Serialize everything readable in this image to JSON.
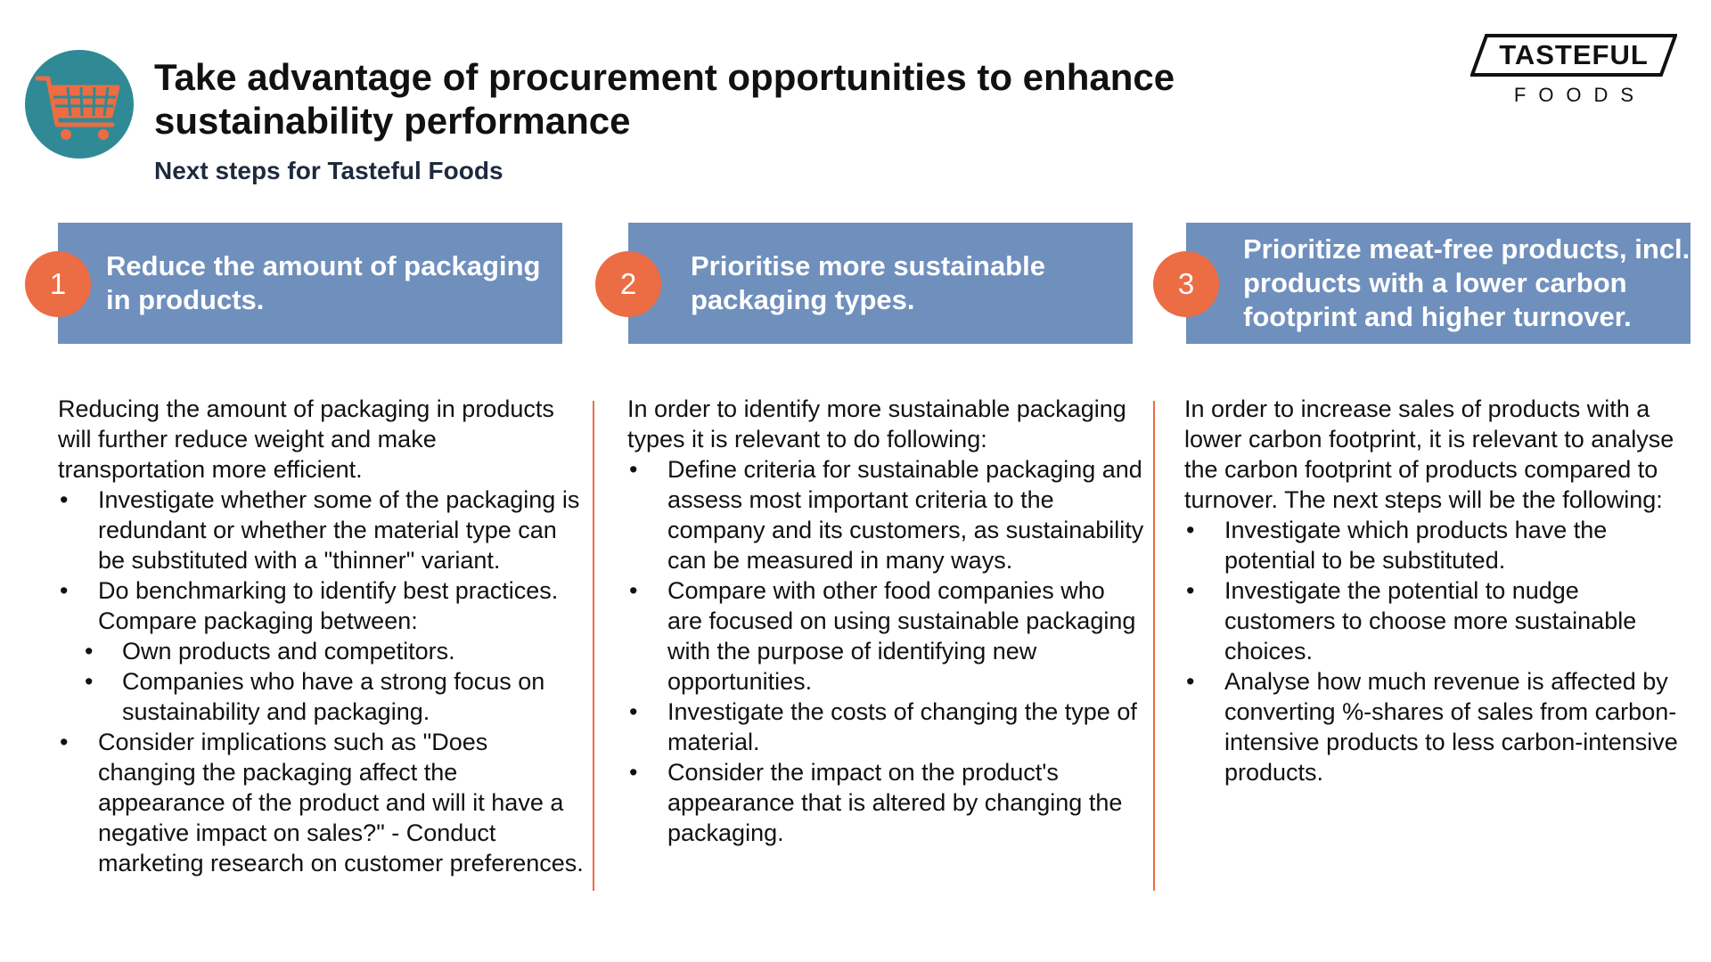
{
  "header": {
    "title_line1": "Take advantage of procurement opportunities to enhance",
    "title_line2": "sustainability performance",
    "subtitle": "Next steps for Tasteful Foods"
  },
  "logo": {
    "word": "TASTEFUL",
    "sub": "FOODS"
  },
  "icons": {
    "main": "shopping-cart-icon"
  },
  "colors": {
    "accent": "#ec6c43",
    "header_box": "#6f8fbd",
    "icon_circle": "#2f8a96"
  },
  "columns": [
    {
      "number": "1",
      "header_line1": "Reduce the amount of packaging",
      "header_line2": "in products.",
      "intro": "Reducing the amount of packaging in products will further reduce weight and make transportation more efficient.",
      "bullets": [
        "Investigate whether some of the packaging is redundant or whether the material type can be substituted with a \"thinner\" variant.",
        "Do benchmarking to identify best practices. Compare packaging between:",
        "Consider implications such as \"Does changing the packaging affect the appearance of the product and will it have a negative impact on sales?\" - Conduct marketing research on customer preferences."
      ],
      "sub_bullets": [
        "Own products and competitors.",
        "Companies who have a strong focus on sustainability and packaging."
      ]
    },
    {
      "number": "2",
      "header_line1": "Prioritise more sustainable",
      "header_line2": "packaging types.",
      "intro": "In order to identify more sustainable packaging types it is relevant to do following:",
      "bullets": [
        "Define criteria for sustainable packaging and assess most important criteria to the company and its customers, as sustainability can be measured in many ways.",
        "Compare with other food companies who are focused on using sustainable packaging with the purpose of identifying new opportunities.",
        "Investigate the costs of changing the type of material.",
        "Consider the impact on the product's appearance that is altered by changing the packaging."
      ]
    },
    {
      "number": "3",
      "header_line1": "Prioritize meat-free products, incl.",
      "header_line2": "products with a lower carbon",
      "header_line3": "footprint and higher turnover.",
      "intro": "In order to increase sales of products with a lower carbon footprint, it is relevant to analyse the carbon footprint of products compared to turnover. The next steps will be the following:",
      "bullets": [
        "Investigate which products have the potential to be substituted.",
        "Investigate the potential to nudge customers to choose more sustainable choices.",
        "Analyse how much revenue is affected by converting %-shares of sales from carbon-intensive products to less carbon-intensive products."
      ]
    }
  ]
}
